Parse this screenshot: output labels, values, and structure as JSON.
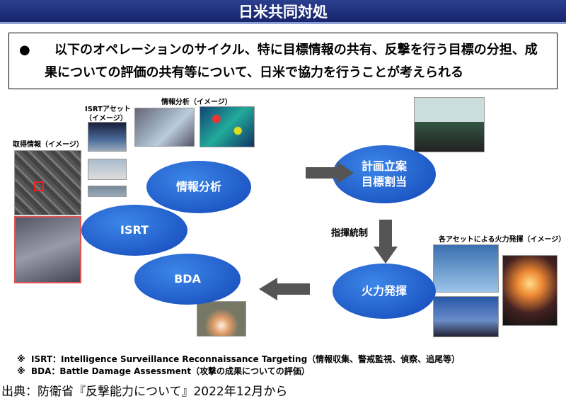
{
  "title": "日米共同対処",
  "bullet": {
    "marker": "●",
    "text": "以下のオペレーションのサイクル、特に目標情報の共有、反撃を行う目標の分担、成果についての評価の共有等について、日米で協力を行うことが考えられる"
  },
  "cycle": {
    "analysis": "情報分析",
    "isrt": "ISRT",
    "bda": "BDA",
    "planning_line1": "計画立案",
    "planning_line2": "目標割当",
    "fires": "火力発揮",
    "command": "指揮統制"
  },
  "image_labels": {
    "acquired": "取得情報（イメージ）",
    "isrt_asset_line1": "ISRTアセット",
    "isrt_asset_line2": "（イメージ）",
    "analysis": "情報分析（イメージ）",
    "fires": "各アセットによる火力発揮（イメージ）"
  },
  "notes": [
    {
      "marker": "※",
      "text": "ISRT：Intelligence Surveillance Reconnaissance Targeting（情報収集、警戒監視、偵察、追尾等）"
    },
    {
      "marker": "※",
      "text": "BDA：Battle Damage Assessment（攻撃の成果についての評価）"
    }
  ],
  "source": "出典：防衛省『反撃能力について』2022年12月から",
  "colors": {
    "title_bg": "#1f2f7a",
    "ellipse": "#1d56c4",
    "arrow": "#555555"
  }
}
